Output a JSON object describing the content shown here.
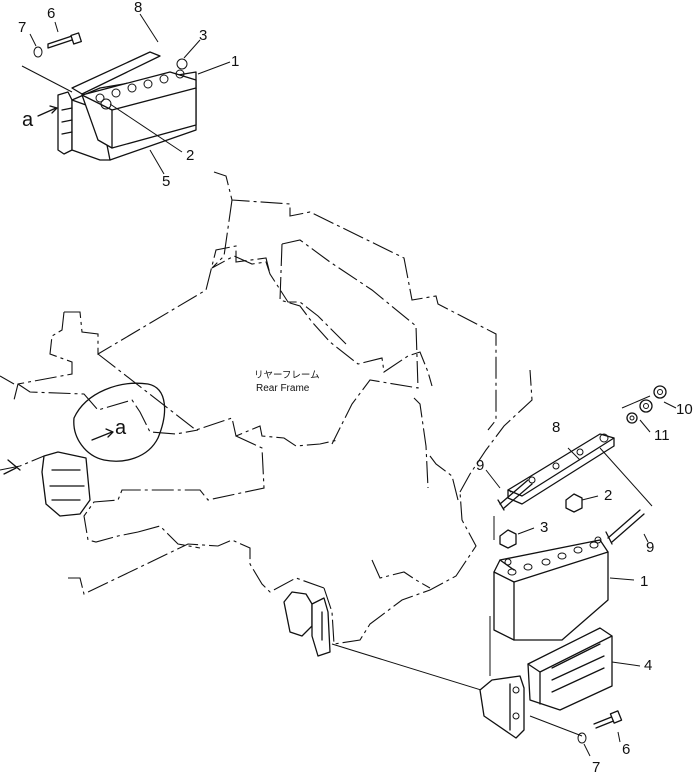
{
  "annotation": {
    "jp": "リヤーフレーム",
    "en": "Rear Frame"
  },
  "view_marker": "a",
  "inset_labels": {
    "l1": "1",
    "l2": "2",
    "l3": "3",
    "l5": "5",
    "l6": "6",
    "l7": "7",
    "l8": "8"
  },
  "main_labels": {
    "l1": "1",
    "l2": "2",
    "l3": "3",
    "l4": "4",
    "l6": "6",
    "l7": "7",
    "l8": "8",
    "l9a": "9",
    "l9b": "9",
    "l10": "10",
    "l11": "11"
  }
}
